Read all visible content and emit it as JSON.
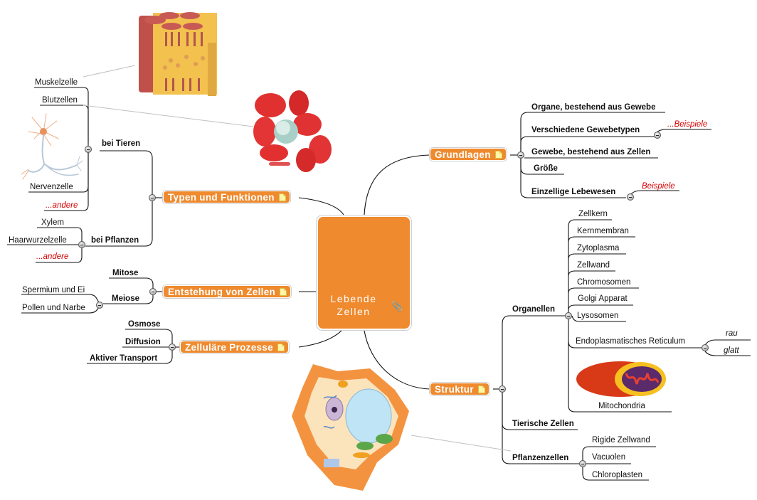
{
  "central": {
    "title_line1": "Lebende",
    "title_line2": "Zellen",
    "attachment_icon": "paperclip-icon",
    "image": "animal-cell-illustration"
  },
  "colors": {
    "topic_fill": "#ef8a2e",
    "topic_text": "#ffffff",
    "link_red": "#d40000",
    "line": "#111111",
    "image_link": "#bbbbbb"
  },
  "topics": {
    "typen": {
      "label": "Typen und Funktionen",
      "note_icon": "note-icon"
    },
    "entstehung": {
      "label": "Entstehung von Zellen",
      "note_icon": "note-icon"
    },
    "prozesse": {
      "label": "Zelluläre Prozesse",
      "note_icon": "note-icon"
    },
    "grundlagen": {
      "label": "Grundlagen",
      "note_icon": "note-icon"
    },
    "struktur": {
      "label": "Struktur",
      "note_icon": "note-icon"
    }
  },
  "typen": {
    "bei_tieren": {
      "label": "bei Tieren",
      "items": [
        "Muskelzelle",
        "Blutzellen",
        "Nervenzelle",
        "...andere"
      ]
    },
    "bei_pflanzen": {
      "label": "bei Pflanzen",
      "items": [
        "Xylem",
        "Haarwurzelzelle",
        "...andere"
      ]
    }
  },
  "entstehung": {
    "mitose": "Mitose",
    "meiose": {
      "label": "Meiose",
      "items": [
        "Spermium und Ei",
        "Pollen und Narbe"
      ]
    }
  },
  "prozesse": {
    "items": [
      "Osmose",
      "Diffusion",
      "Aktiver Transport"
    ]
  },
  "grundlagen": {
    "items": [
      "Organe, bestehend aus Gewebe",
      "Verschiedene Gewebetypen",
      "Gewebe, bestehend aus Zellen",
      "Größe",
      "Einzellige Lebewesen"
    ],
    "gewebetypen_link": "...Beispiele",
    "einzellige_link": "Beispiele"
  },
  "struktur": {
    "organellen": {
      "label": "Organellen",
      "items": [
        "Zellkern",
        "Kernmembran",
        "Zytoplasma",
        "Zellwand",
        "Chromosomen",
        "Golgi Apparat",
        "Lysosomen",
        "Endoplasmatisches Reticulum",
        "Mitochondria"
      ],
      "er_items": [
        "rau",
        "glatt"
      ]
    },
    "tierische": "Tierische Zellen",
    "pflanzenzellen": {
      "label": "Pflanzenzellen",
      "items": [
        "Rigide Zellwand",
        "Vacuolen",
        "Chloroplasten"
      ]
    }
  },
  "images": [
    "muscle-cell-illustration",
    "blood-cells-illustration",
    "neuron-illustration",
    "plant-cell-illustration",
    "mitochondria-illustration"
  ]
}
